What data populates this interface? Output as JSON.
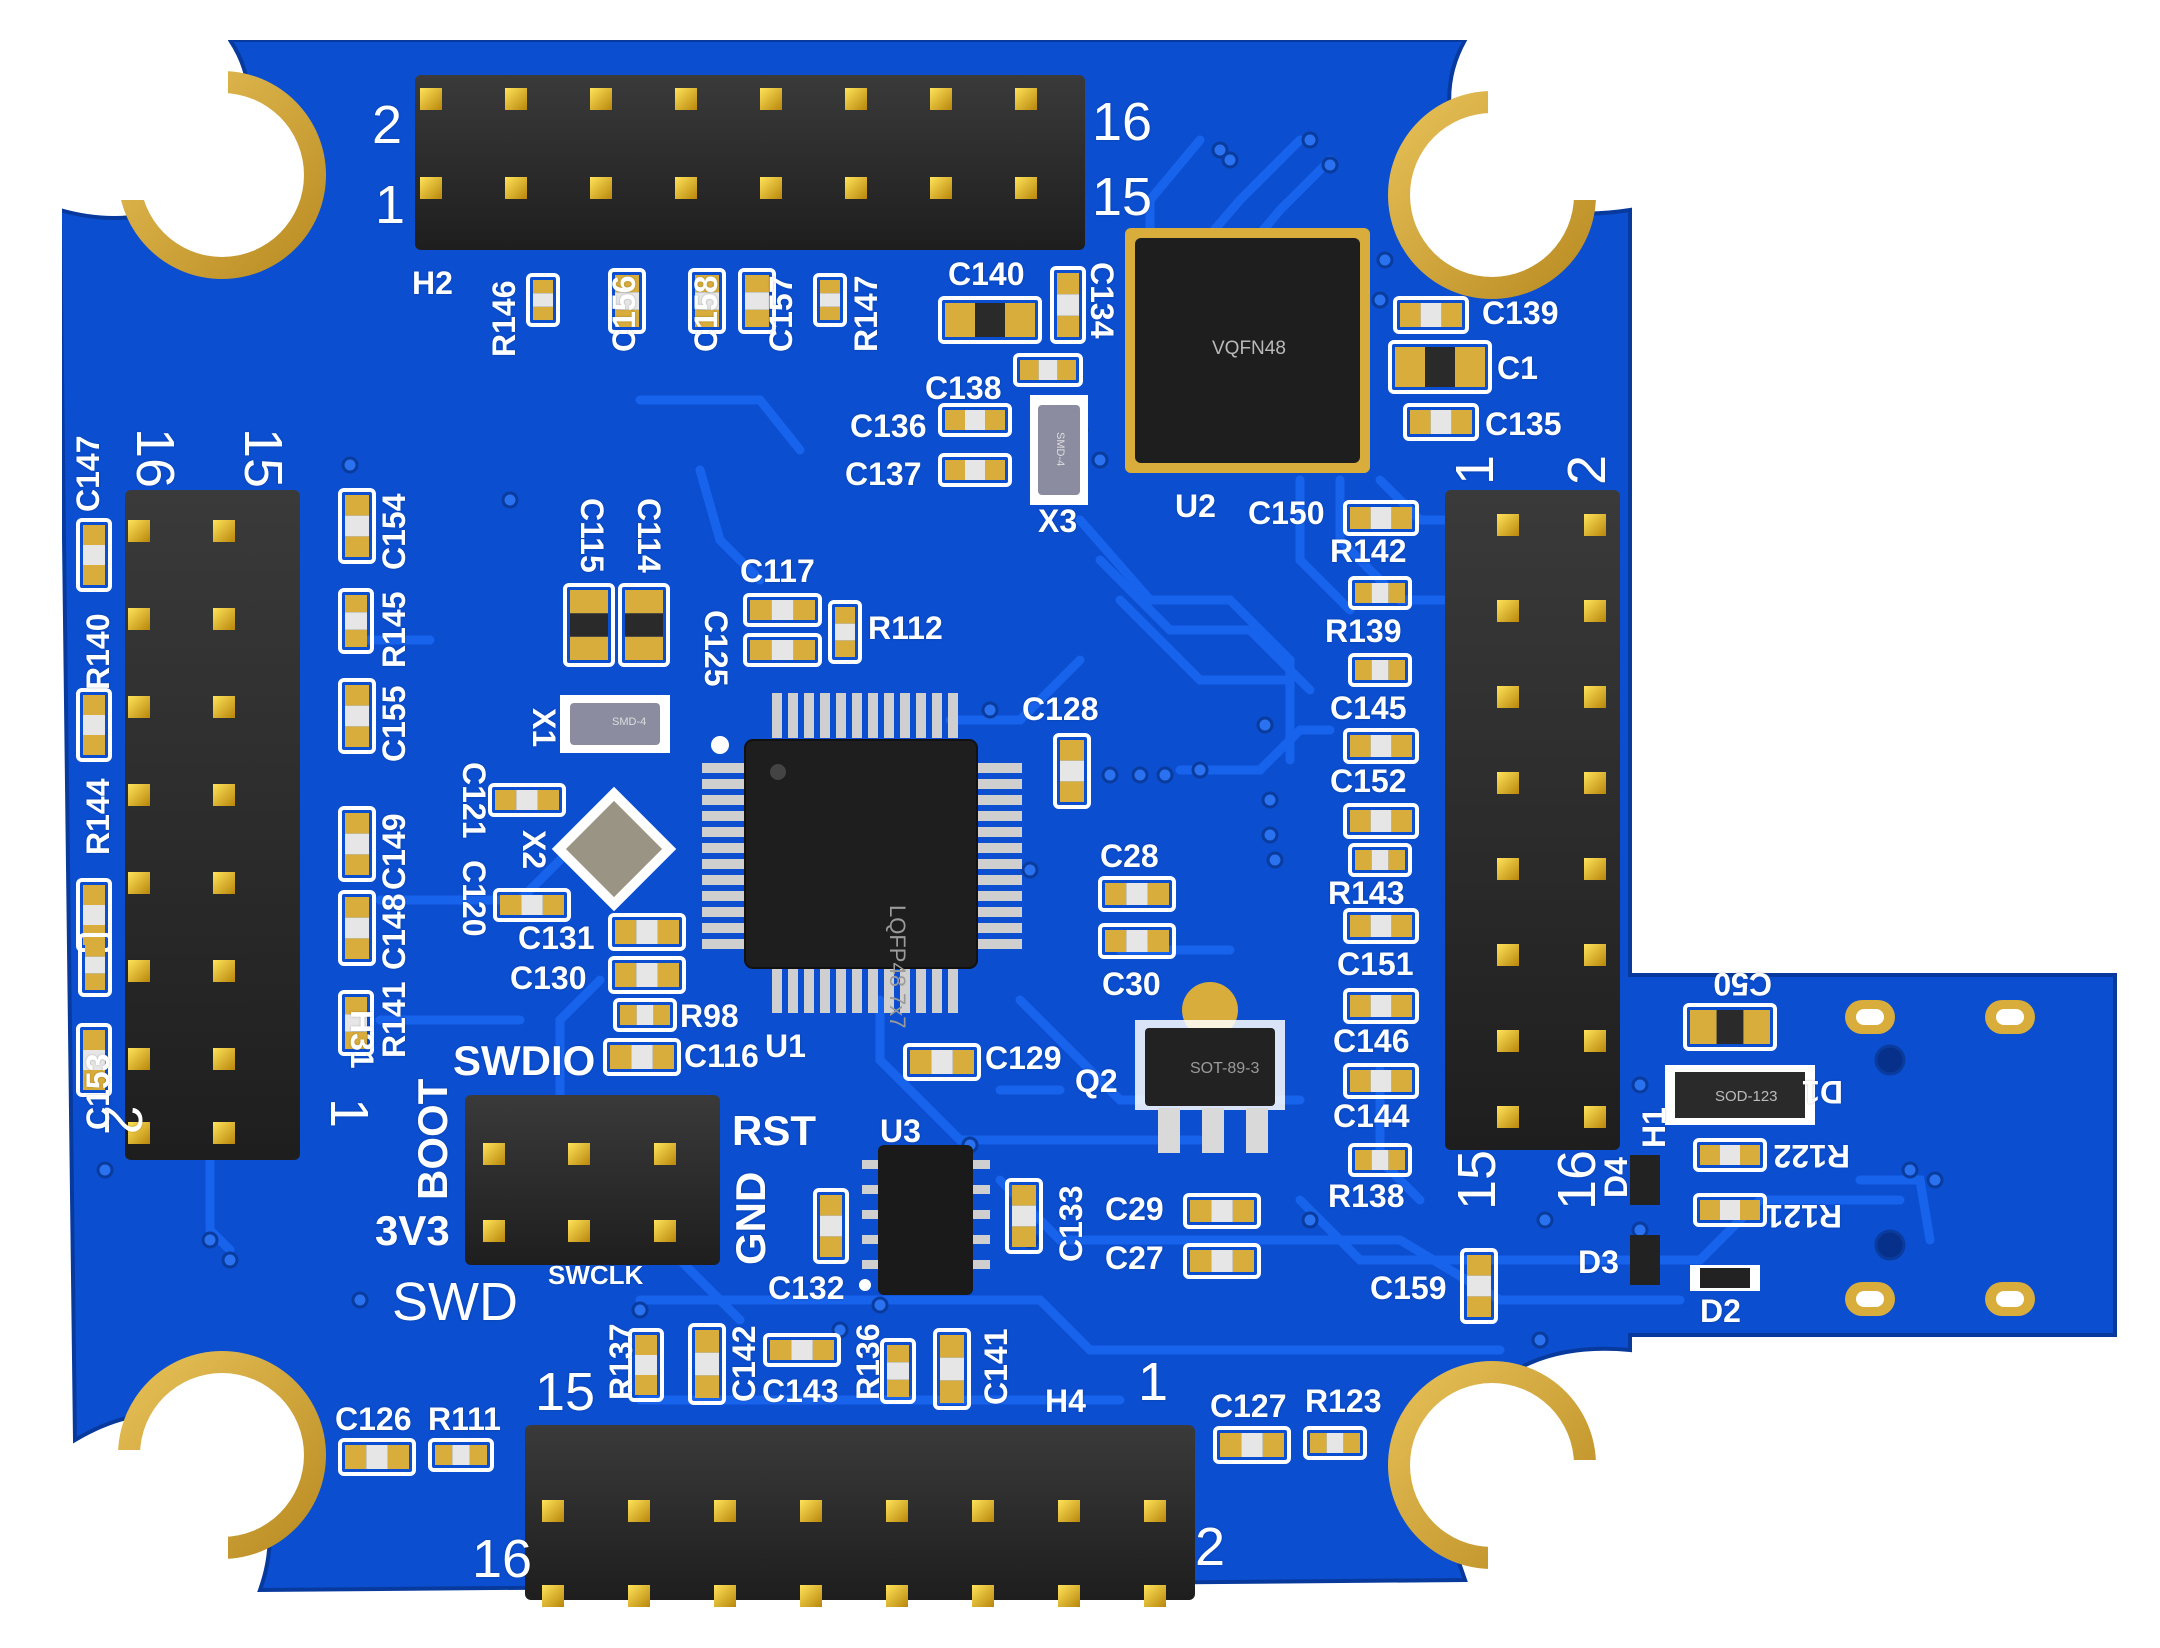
{
  "colors": {
    "board": "#0a4fcf",
    "board_edge": "#0a3fa8",
    "trace": "#1660e8",
    "pad_gold": "#d9ad3b",
    "header_body": "#2b2b2b",
    "silk": "#ffffff",
    "chip": "#1c1c1c"
  },
  "chips": {
    "u2_pkg": "VQFN48",
    "u1_pkg": "LQFP48 7x7",
    "q2_pkg": "SOT-89-3",
    "d1_pkg": "SOD-123",
    "x1_pkg": "SMD-4",
    "x3_pkg": "SMD-4"
  },
  "headers": {
    "h2_name": "H2",
    "h2_p2": "2",
    "h2_p1": "1",
    "h2_p16": "16",
    "h2_p15": "15",
    "h3_name": "H31",
    "h3_p16": "16",
    "h3_p15": "15",
    "h3_p2": "2",
    "h3_p1": "1",
    "h4_name": "H4",
    "h4_p15": "15",
    "h4_p1": "1",
    "h4_p16": "16",
    "h4_p2": "2",
    "h1_name": "H1",
    "h1_p1": "1",
    "h1_p2": "2",
    "h1_p15": "15",
    "h1_p16": "16"
  },
  "swd": {
    "title": "SWD",
    "swdio": "SWDIO",
    "rst": "RST",
    "boot": "BOOT",
    "gnd": "GND",
    "v33": "3V3",
    "swclk": "SWCLK"
  },
  "designators": {
    "R146": "R146",
    "C156": "C156",
    "C158": "C158",
    "C157": "C157",
    "R147": "R147",
    "C140": "C140",
    "C134": "C134",
    "C138": "C138",
    "C136": "C136",
    "C137": "C137",
    "X3": "X3",
    "U2": "U2",
    "C139": "C139",
    "C1": "C1",
    "C135": "C135",
    "C150": "C150",
    "R142": "R142",
    "R139": "R139",
    "C145": "C145",
    "C152": "C152",
    "R143": "R143",
    "C151": "C151",
    "C146": "C146",
    "C144": "C144",
    "R138": "R138",
    "C147": "C147",
    "R140": "R140",
    "R144": "R144",
    "C153": "C153",
    "C154": "C154",
    "R145": "R145",
    "C155": "C155",
    "C149": "C149",
    "C148": "C148",
    "R141": "R141",
    "C115": "C115",
    "C114": "C114",
    "X1": "X1",
    "C117": "C117",
    "R112": "R112",
    "C125": "C125",
    "C121": "C121",
    "X2": "X2",
    "C120": "C120",
    "C131": "C131",
    "C130": "C130",
    "R98": "R98",
    "C116": "C116",
    "U1": "U1",
    "C128": "C128",
    "C28": "C28",
    "C30": "C30",
    "C129": "C129",
    "Q2": "Q2",
    "U3": "U3",
    "C133": "C133",
    "C132": "C132",
    "C29": "C29",
    "C27": "C27",
    "C159": "C159",
    "C50": "C50",
    "D1": "D1",
    "D4": "D4",
    "D3": "D3",
    "D2": "D2",
    "R122": "R122",
    "R121": "R121",
    "R137": "R137",
    "C142": "C142",
    "C143": "C143",
    "R136": "R136",
    "C141": "C141",
    "C126": "C126",
    "R111": "R111",
    "C127": "C127",
    "R123": "R123"
  }
}
